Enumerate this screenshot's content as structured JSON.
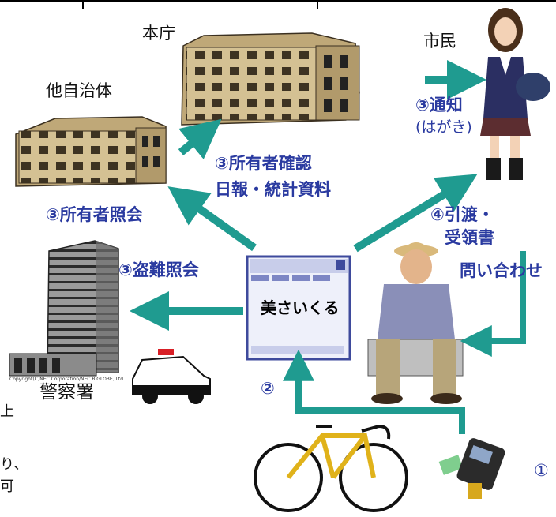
{
  "colors": {
    "arrow": "#1f9b90",
    "label_blue": "#2a3aa0",
    "building": "#c9b488",
    "app_frame": "#3e4a9c"
  },
  "places": {
    "honcho": "本庁",
    "shimin": "市民",
    "tajichitai": "他自治体",
    "keisatsusho": "警察署"
  },
  "flows": {
    "tsuchi": "③通知",
    "hagaki": "(はがき)",
    "shoyusha_kakunin": "③所有者確認",
    "nippo": "日報・統計資料",
    "shoyusha_shokai": "③所有者照会",
    "hikiwatashi": "④引渡・",
    "juryosho": "受領書",
    "toiawase": "問い合わせ",
    "tonan_shokai": "③盗難照会",
    "step2": "②",
    "step1": "①"
  },
  "app": {
    "name": "美さいくる"
  },
  "edge_text": {
    "a": "上",
    "b": "り、",
    "c": "可"
  },
  "copyright": "Copyright(C)NEC Corporation/NEC BIGLOBE, Ltd."
}
